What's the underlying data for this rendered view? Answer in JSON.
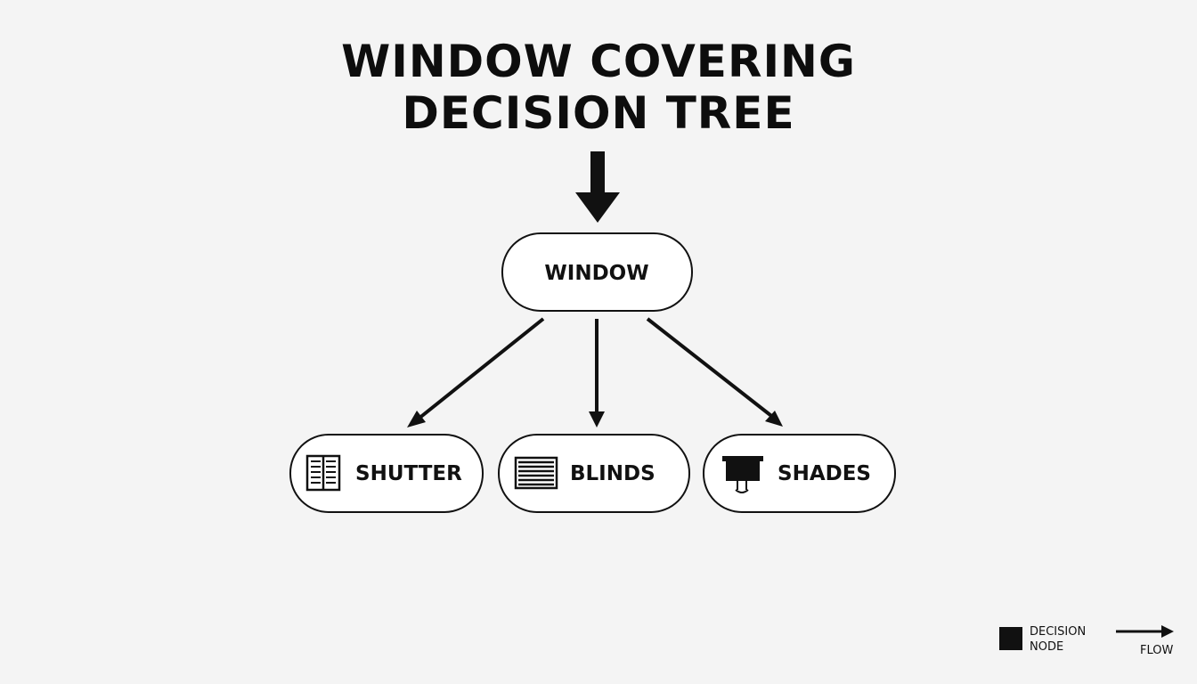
{
  "title": {
    "line1": "WINDOW COVERING",
    "line2": "DECISION TREE"
  },
  "root_node": {
    "label": "WINDOW"
  },
  "child_nodes": [
    {
      "label": "SHUTTER",
      "icon": "shutter-icon"
    },
    {
      "label": "BLINDS",
      "icon": "blinds-icon"
    },
    {
      "label": "SHADES",
      "icon": "shades-icon"
    }
  ],
  "legend": {
    "node_line1": "DECISION",
    "node_line2": "NODE",
    "flow_label": "FLOW"
  },
  "colors": {
    "background": "#f4f4f4",
    "ink": "#111111",
    "node_fill": "#ffffff"
  }
}
